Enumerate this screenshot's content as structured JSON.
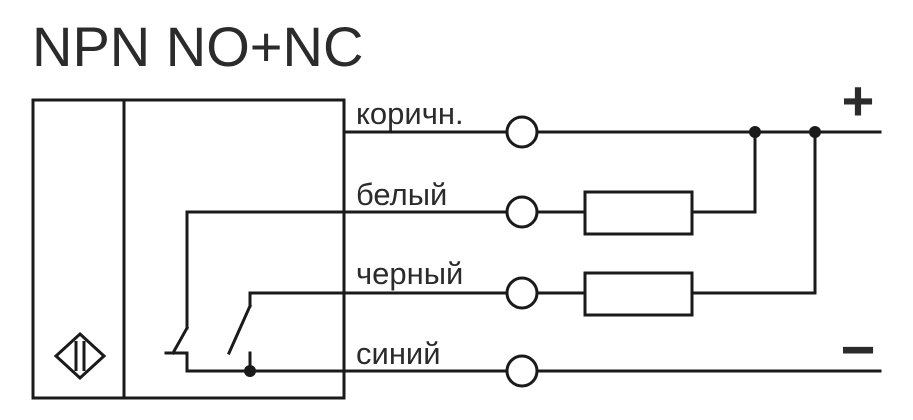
{
  "title": "NPN NO+NC",
  "wires": [
    {
      "id": "brown",
      "label": "коричн."
    },
    {
      "id": "white",
      "label": "белый"
    },
    {
      "id": "black",
      "label": "черный"
    },
    {
      "id": "blue",
      "label": "синий"
    }
  ],
  "supply": {
    "positive": "+",
    "negative": "−"
  },
  "symbols": {
    "sensor": "inductive-sensor-icon",
    "no_contact": "normally-open-contact-icon",
    "nc_contact": "normally-closed-contact-icon",
    "load": "resistor-load-icon"
  }
}
